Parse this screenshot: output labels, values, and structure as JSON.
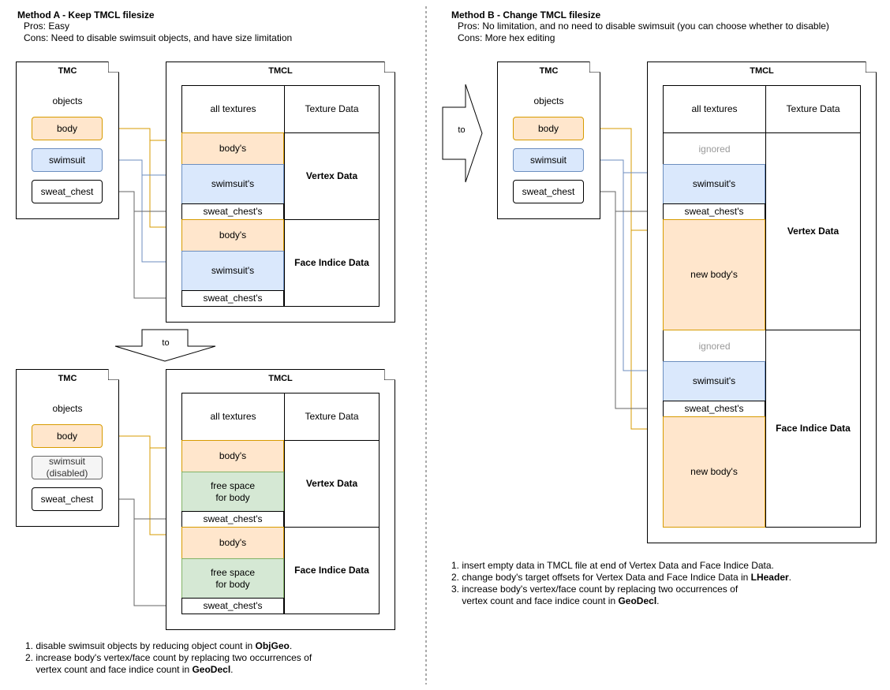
{
  "method_a": {
    "title": "Method A - Keep TMCL filesize",
    "pros": "Pros: Easy",
    "cons": "Cons: Need to disable swimsuit objects, and have size limitation",
    "top": {
      "tmc_label": "TMC",
      "objects_label": "objects",
      "objects": [
        "body",
        "swimsuit",
        "sweat_chest"
      ],
      "tmcl_label": "TMCL",
      "all_textures": "all textures",
      "texture_data": "Texture Data",
      "vertex_cells": [
        "body's",
        "swimsuit's",
        "sweat_chest's"
      ],
      "vertex_data": "Vertex Data",
      "face_cells": [
        "body's",
        "swimsuit's",
        "sweat_chest's"
      ],
      "face_data": "Face Indice Data"
    },
    "arrow_label": "to",
    "bottom": {
      "tmc_label": "TMC",
      "objects_label": "objects",
      "objects": [
        "body",
        "swimsuit\n(disabled)",
        "sweat_chest"
      ],
      "tmcl_label": "TMCL",
      "all_textures": "all textures",
      "texture_data": "Texture Data",
      "vertex_cells": [
        "body's",
        "free space\nfor body",
        "sweat_chest's"
      ],
      "vertex_data": "Vertex Data",
      "face_cells": [
        "body's",
        "free space\nfor body",
        "sweat_chest's"
      ],
      "face_data": "Face Indice Data"
    },
    "notes": [
      {
        "prefix": "1. disable swimsuit objects by reducing object count in ",
        "bold": "ObjGeo",
        "suffix": "."
      },
      {
        "prefix": "2. increase body's vertex/face count by replacing two occurrences of\n    vertex count and face indice count in ",
        "bold": "GeoDecl",
        "suffix": "."
      }
    ]
  },
  "method_b": {
    "title": "Method B - Change TMCL filesize",
    "pros": "Pros: No limitation, and no need to disable swimsuit (you can choose whether to disable)",
    "cons": "Cons: More hex editing",
    "arrow_label": "to",
    "tmc_label": "TMC",
    "objects_label": "objects",
    "objects": [
      "body",
      "swimsuit",
      "sweat_chest"
    ],
    "tmcl_label": "TMCL",
    "all_textures": "all textures",
    "texture_data": "Texture Data",
    "vertex_cells": [
      "ignored",
      "swimsuit's",
      "sweat_chest's",
      "new body's"
    ],
    "vertex_data": "Vertex Data",
    "face_cells": [
      "ignored",
      "swimsuit's",
      "sweat_chest's",
      "new body's"
    ],
    "face_data": "Face Indice Data",
    "notes": [
      {
        "prefix": "1. insert empty data in TMCL file at end of Vertex Data and Face Indice Data.",
        "bold": "",
        "suffix": ""
      },
      {
        "prefix": "2. change body's target offsets for Vertex Data and Face Indice Data in ",
        "bold": "LHeader",
        "suffix": "."
      },
      {
        "prefix": "3. increase body's vertex/face count by replacing two occurrences of\n    vertex count and face indice count in ",
        "bold": "GeoDecl",
        "suffix": "."
      }
    ]
  },
  "colors": {
    "orange_fill": "#ffe6cc",
    "orange_stroke": "#d79b00",
    "blue_fill": "#dae8fc",
    "blue_stroke": "#6c8ebf",
    "green_fill": "#d5e8d4",
    "green_stroke": "#82b366",
    "connector_gray": "#666666"
  }
}
